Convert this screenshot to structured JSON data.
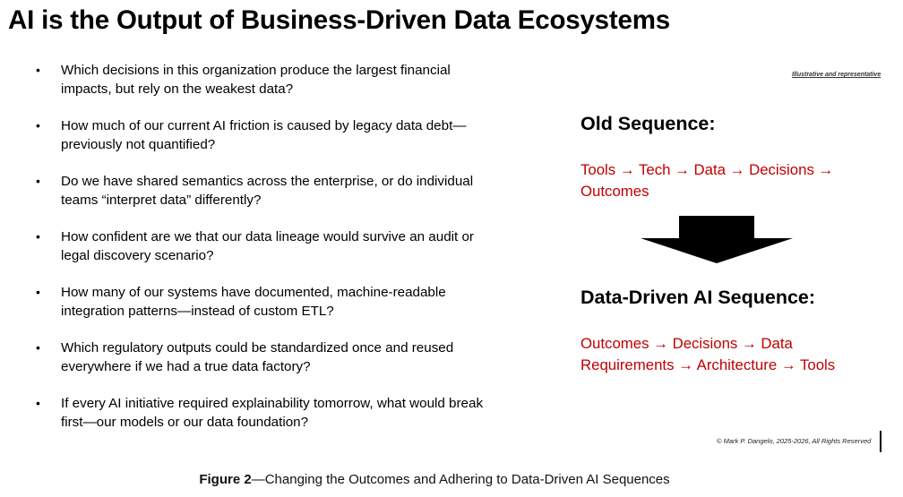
{
  "slide": {
    "title": "AI is the Output of Business-Driven Data Ecosystems",
    "questions": [
      {
        "line1": "Which decisions in this organization produce the largest financial",
        "line2": "impacts, but rely on the weakest data?"
      },
      {
        "line1": "How much of our current AI friction is caused by legacy data debt—",
        "line2": "previously not quantified?"
      },
      {
        "line1": "Do we have shared semantics across the enterprise, or do individual",
        "line2": "teams “interpret data” differently?"
      },
      {
        "line1": "How confident are we that our data lineage would survive an audit or",
        "line2": "legal discovery scenario?"
      },
      {
        "line1": "How many of our systems have documented, machine-readable",
        "line2": "integration patterns—instead of custom ETL?"
      },
      {
        "line1": "Which regulatory outputs could be standardized once and reused",
        "line2": "everywhere if we had a true data factory?"
      },
      {
        "line1": "If every AI initiative required explainability tomorrow, what would break",
        "line2": "first—our models or our data foundation?"
      }
    ],
    "bullet_glyph": "•",
    "illustrative_note": "Illustrative and representative",
    "old_sequence": {
      "heading": "Old Sequence:",
      "line1": "Tools → Tech → Data → Decisions →",
      "line2": "Outcomes"
    },
    "transition_icon": "down-arrow-icon",
    "new_sequence": {
      "heading": "Data-Driven AI Sequence:",
      "line1": "Outcomes → Decisions → Data",
      "line2": "Requirements → Architecture → Tools"
    },
    "copyright": "© Mark P. Dangelo, 2025-2026, All Rights Reserved"
  },
  "caption": {
    "label": "Figure 2",
    "text": "—Changing the Outcomes and Adhering to Data-Driven AI Sequences"
  },
  "colors": {
    "sequence_text": "#c00000",
    "heading_text": "#000000",
    "arrow_fill": "#000000"
  }
}
